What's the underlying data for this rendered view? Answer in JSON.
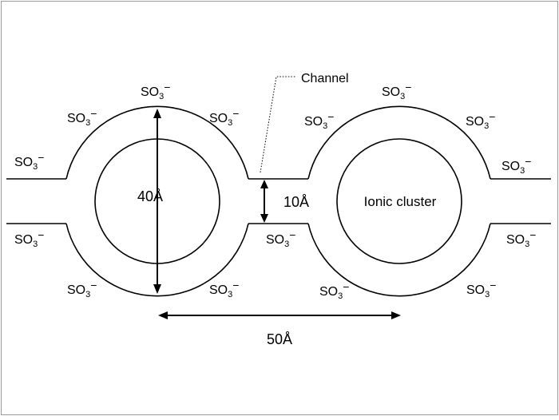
{
  "labels": {
    "channel": "Channel",
    "ionic_cluster": "Ionic cluster",
    "cluster_diameter": "40Å",
    "channel_width": "10Å",
    "cluster_spacing": "50Å"
  },
  "group": {
    "base": "SO",
    "sub": "3",
    "charge": "−"
  },
  "colors": {
    "line": "#000000",
    "frame": "#9a9a9a",
    "background": "#ffffff"
  }
}
